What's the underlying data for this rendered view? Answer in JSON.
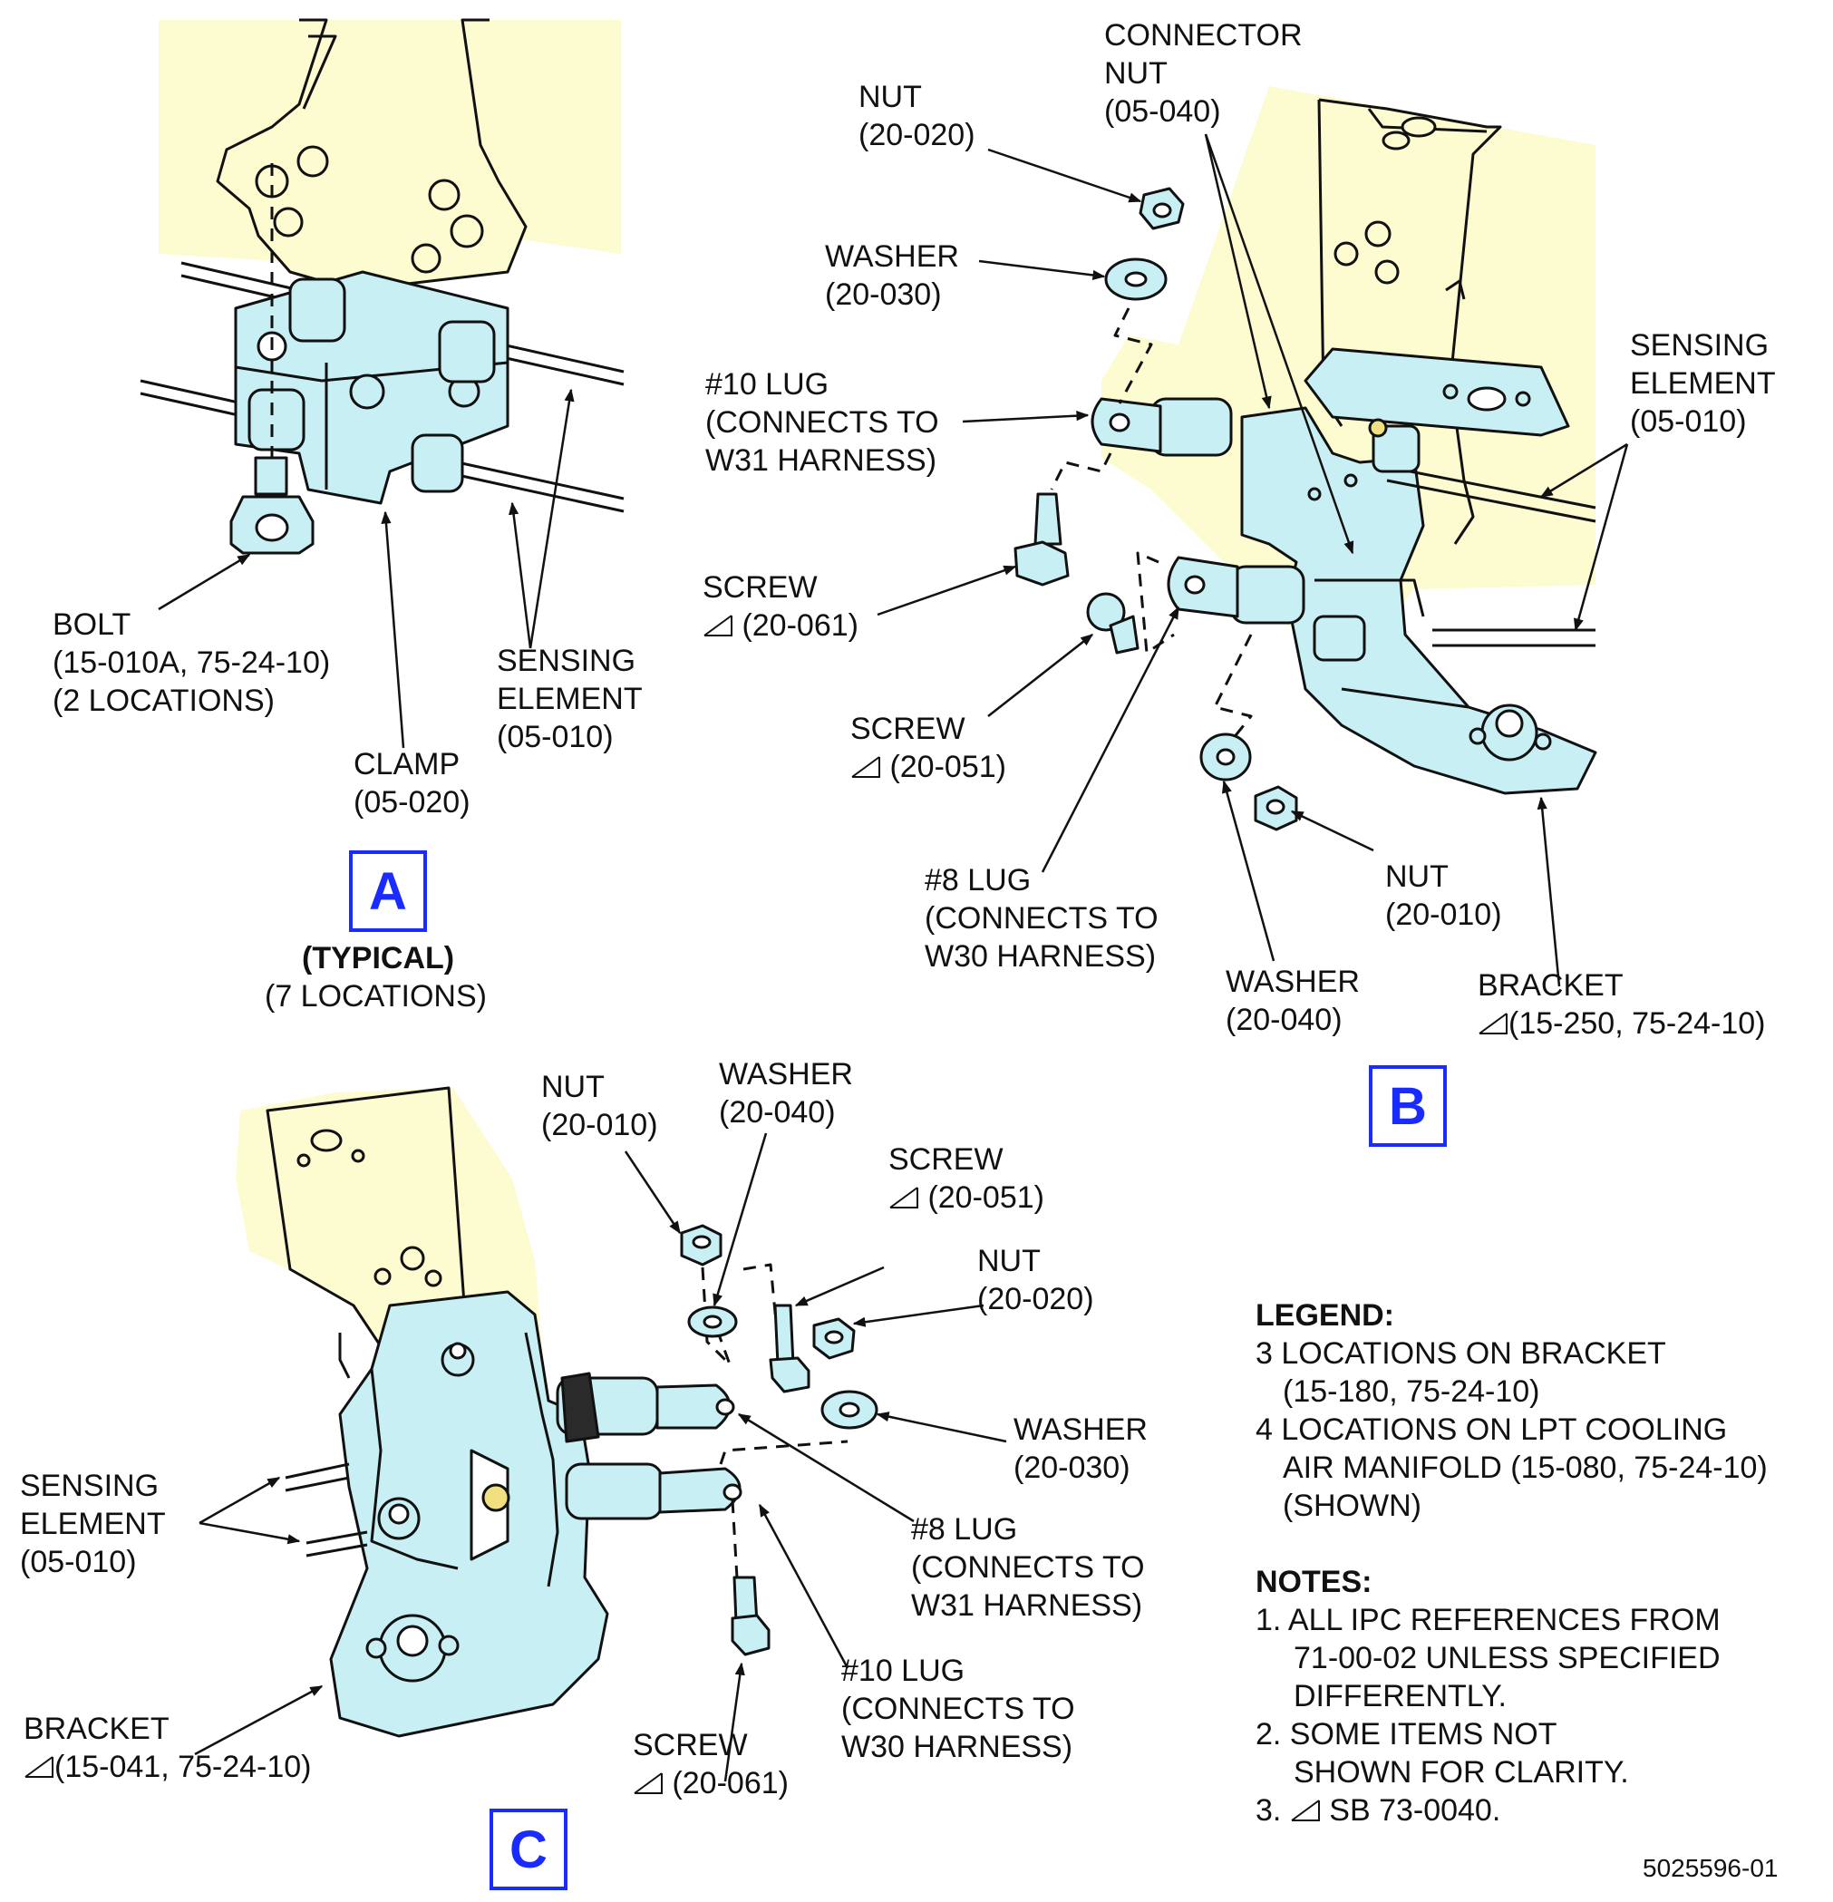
{
  "detail_a": {
    "box": "A",
    "typical": "(TYPICAL)",
    "locations": "(7 LOCATIONS)",
    "bolt": [
      "BOLT",
      "(15-010A, 75-24-10)",
      "(2 LOCATIONS)"
    ],
    "clamp": [
      "CLAMP",
      "(05-020)"
    ],
    "sensing": [
      "SENSING",
      "ELEMENT",
      "(05-010)"
    ]
  },
  "detail_b": {
    "box": "B",
    "connector_nut": [
      "CONNECTOR",
      "NUT",
      "(05-040)"
    ],
    "nut_20_020": [
      "NUT",
      "(20-020)"
    ],
    "washer_20_030": [
      "WASHER",
      "(20-030)"
    ],
    "lug10": [
      "#10 LUG",
      "(CONNECTS TO",
      "W31 HARNESS)"
    ],
    "screw_20_061": [
      "SCREW",
      "(20-061)"
    ],
    "screw_20_051": [
      "SCREW",
      "(20-051)"
    ],
    "lug8": [
      "#8 LUG",
      "(CONNECTS TO",
      "W30 HARNESS)"
    ],
    "sensing": [
      "SENSING",
      "ELEMENT",
      "(05-010)"
    ],
    "nut_20_010": [
      "NUT",
      "(20-010)"
    ],
    "washer_20_040": [
      "WASHER",
      "(20-040)"
    ],
    "bracket": [
      "BRACKET",
      "(15-250, 75-24-10)"
    ]
  },
  "detail_c": {
    "box": "C",
    "nut_20_010": [
      "NUT",
      "(20-010)"
    ],
    "washer_20_040": [
      "WASHER",
      "(20-040)"
    ],
    "screw_20_051": [
      "SCREW",
      "(20-051)"
    ],
    "nut_20_020": [
      "NUT",
      "(20-020)"
    ],
    "washer_20_030": [
      "WASHER",
      "(20-030)"
    ],
    "sensing": [
      "SENSING",
      "ELEMENT",
      "(05-010)"
    ],
    "lug8": [
      "#8 LUG",
      "(CONNECTS TO",
      "W31 HARNESS)"
    ],
    "lug10": [
      "#10 LUG",
      "(CONNECTS TO",
      "W30 HARNESS)"
    ],
    "bracket": [
      "BRACKET",
      "(15-041, 75-24-10)"
    ],
    "screw_20_061": [
      "SCREW",
      "(20-061)"
    ]
  },
  "legend": {
    "title": "LEGEND:",
    "line1": "3 LOCATIONS ON BRACKET",
    "line2": "(15-180, 75-24-10)",
    "line3": "4 LOCATIONS ON LPT COOLING",
    "line4": "AIR MANIFOLD (15-080, 75-24-10)",
    "line5": "(SHOWN)"
  },
  "notes": {
    "title": "NOTES:",
    "n1a": "1. ALL IPC REFERENCES FROM",
    "n1b": "71-00-02 UNLESS SPECIFIED",
    "n1c": "DIFFERENTLY.",
    "n2a": "2. SOME ITEMS NOT",
    "n2b": "SHOWN FOR CLARITY.",
    "n3": "3.",
    "n3b": "SB 73-0040."
  },
  "figure_number": "5025596-01",
  "colors": {
    "background": "#fdfbd0",
    "part": "#c8f0f4",
    "box": "#1a2bff",
    "line": "#111111"
  }
}
